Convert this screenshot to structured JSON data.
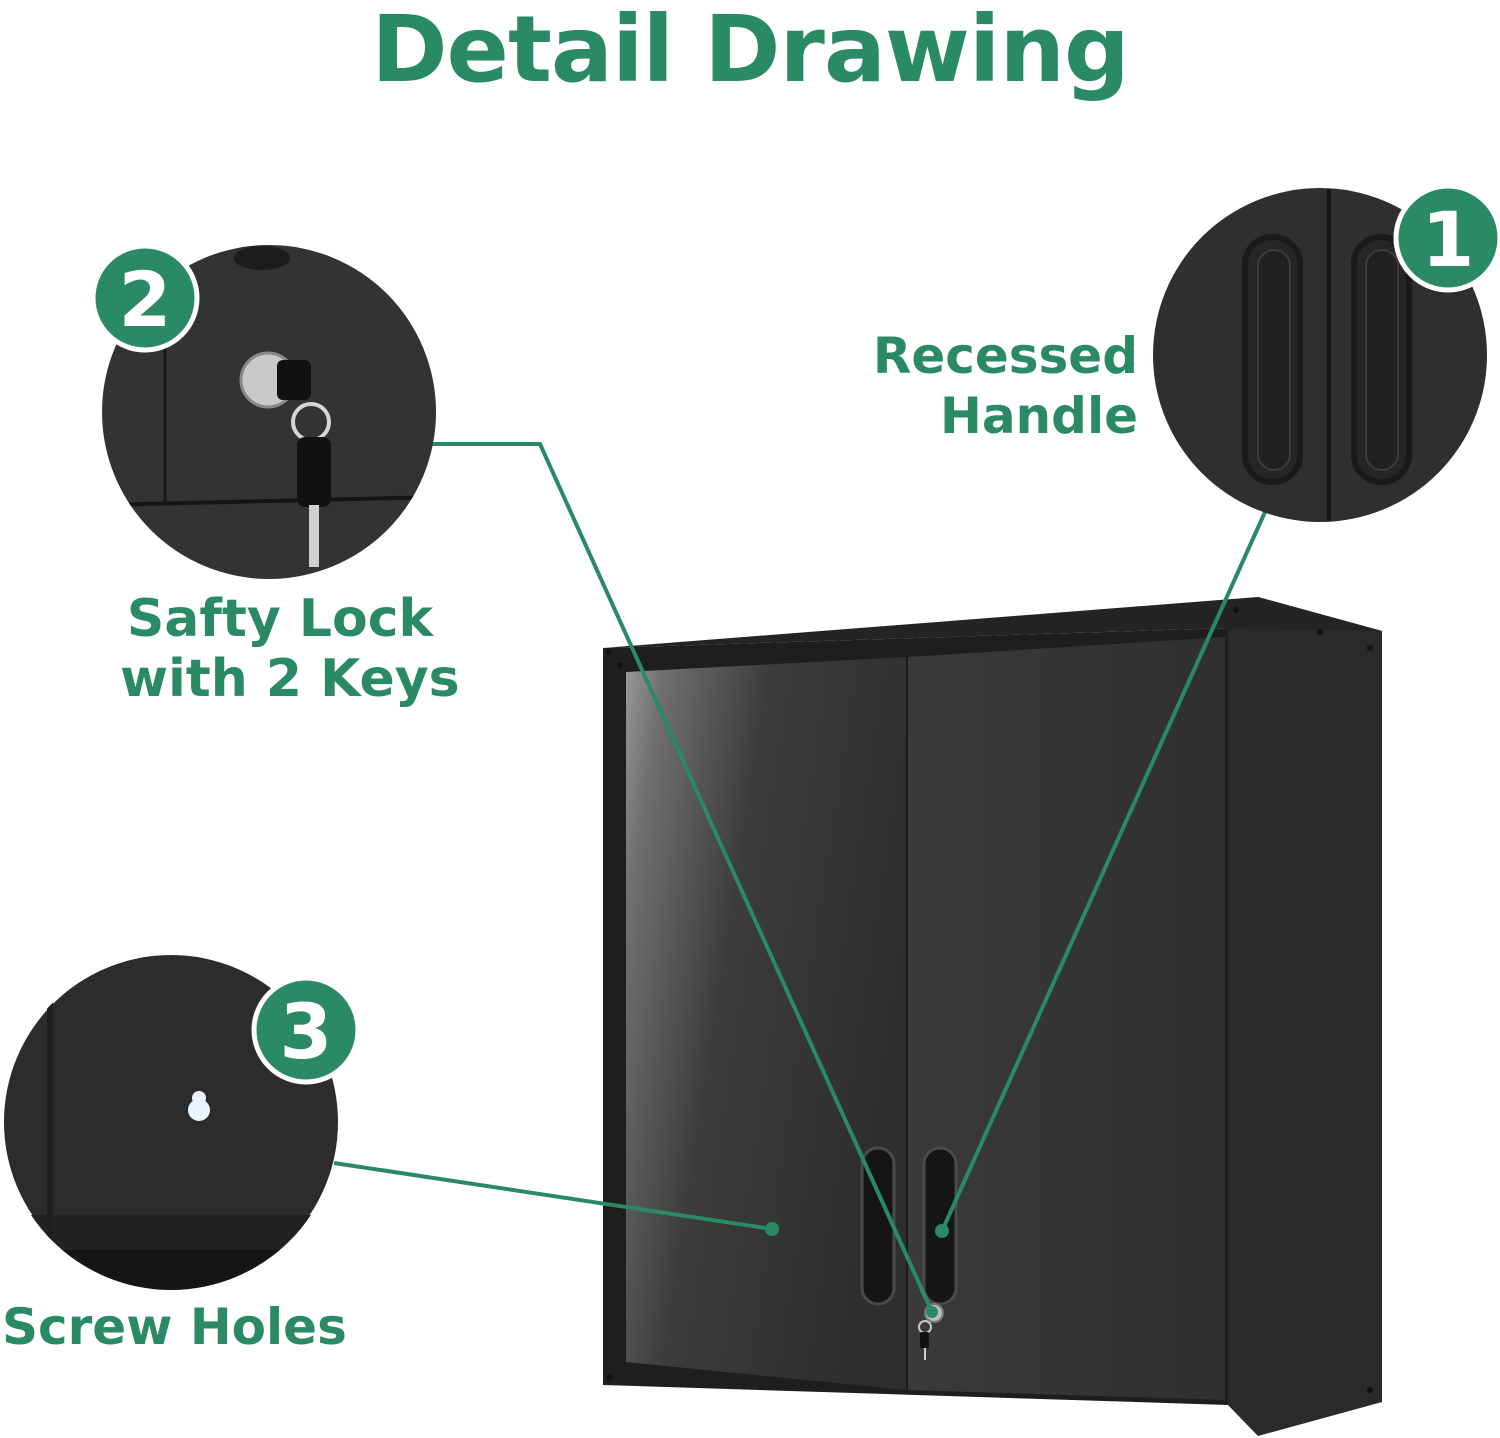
{
  "title": "Detail Drawing",
  "colors": {
    "accent": "#2a8a64",
    "cabinet": "#2b2b2b",
    "cabinet_door": "#333333",
    "background": "#ffffff"
  },
  "callouts": [
    {
      "number": "1",
      "label_lines": [
        "Recessed",
        "Handle"
      ]
    },
    {
      "number": "2",
      "label_lines": [
        "Safty Lock",
        "with 2 Keys"
      ]
    },
    {
      "number": "3",
      "label_lines": [
        "Screw Holes"
      ]
    }
  ]
}
